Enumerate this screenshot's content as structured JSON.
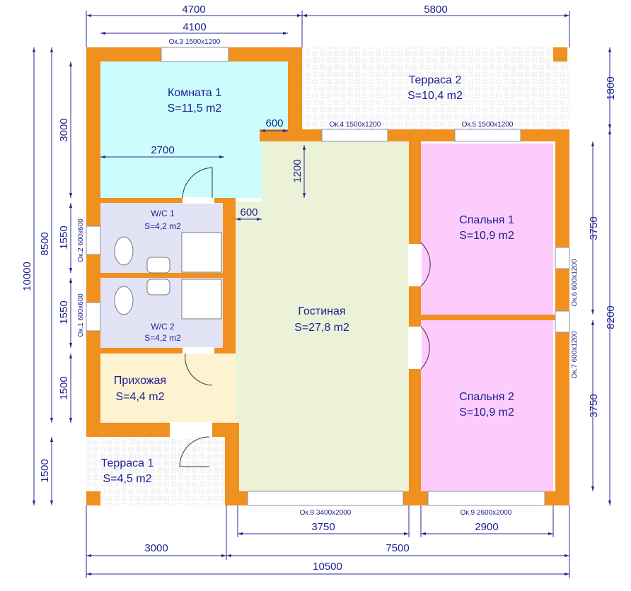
{
  "colors": {
    "wall": "#f0901e",
    "room1": "#ccfcfc",
    "living": "#ecf2d8",
    "bedroom": "#fdccfd",
    "wc": "#e3e3f6",
    "hall": "#fdf3d0",
    "terrace": "#ffffff",
    "dimension": "#1d1f8f"
  },
  "rooms": {
    "room1": {
      "name": "Комната 1",
      "area": "S=11,5 m2"
    },
    "terrace2": {
      "name": "Терраса 2",
      "area": "S=10,4 m2"
    },
    "wc1": {
      "name": "W/C 1",
      "area": "S=4,2 m2"
    },
    "wc2": {
      "name": "W/C 2",
      "area": "S=4,2 m2"
    },
    "living": {
      "name": "Гостиная",
      "area": "S=27,8 m2"
    },
    "bedroom1": {
      "name": "Спальня 1",
      "area": "S=10,9 m2"
    },
    "bedroom2": {
      "name": "Спальня 2",
      "area": "S=10,9 m2"
    },
    "hall": {
      "name": "Прихожая",
      "area": "S=4,4 m2"
    },
    "terrace1": {
      "name": "Терраса 1",
      "area": "S=4,5 m2"
    }
  },
  "windows": {
    "w3": "Ок.3 1500x1200",
    "w4": "Ок.4 1500x1200",
    "w5": "Ок.5 1500x1200",
    "w2": "Ок.2 600x600",
    "w1": "Ок.1 600x600",
    "w6": "Ок.6 600x1200",
    "w7": "Ок.7 600x1200",
    "w9a": "Ок.9 3400x2000",
    "w9b": "Ок.9 2600x2000"
  },
  "dimensions": {
    "top_left": "4700",
    "top_right": "5800",
    "top_inner": "4100",
    "left_total": "10000",
    "left_8500": "8500",
    "left_3000": "3000",
    "left_1550a": "1550",
    "left_1550b": "1550",
    "left_1500": "1500",
    "left_terrace": "1500",
    "right_1800": "1800",
    "right_8200": "8200",
    "right_3750a": "3750",
    "right_3750b": "3750",
    "bottom_3750": "3750",
    "bottom_2900": "2900",
    "bottom_3000": "3000",
    "bottom_7500": "7500",
    "bottom_total": "10500",
    "inner_600a": "600",
    "inner_2700": "2700",
    "inner_1200": "1200",
    "inner_600b": "600"
  }
}
